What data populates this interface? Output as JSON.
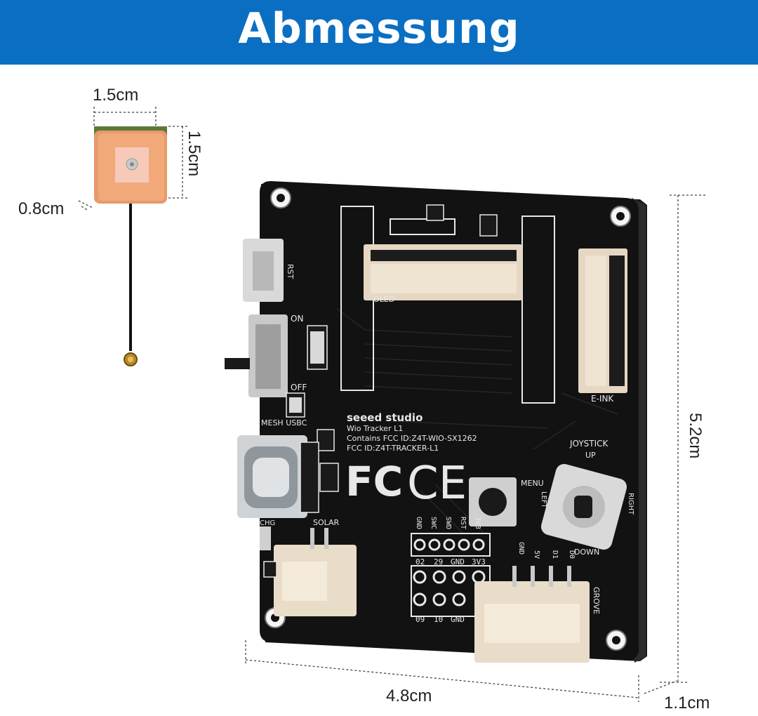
{
  "banner": {
    "title": "Abmessung",
    "color": "#0a6fc2"
  },
  "antenna": {
    "width_label": "1.5cm",
    "height_label": "1.5cm",
    "depth_label": "0.8cm"
  },
  "board": {
    "height_label": "5.2cm",
    "width_label": "4.8cm",
    "depth_label": "1.1cm",
    "brand": "seeed studio",
    "model": "Wio Tracker L1",
    "fcc_line1": "Contains FCC ID:Z4T-WIO-SX1262",
    "fcc_line2": "FCC ID:Z4T-TRACKER-L1",
    "labels": {
      "rst": "RST",
      "on": "ON",
      "off": "OFF",
      "oled": "OLED",
      "eink": "E-INK",
      "mesh_usbc": "MESH USBC",
      "joystick": "JOYSTICK",
      "up": "UP",
      "down": "DOWN",
      "left": "LEFT",
      "right": "RIGHT",
      "menu": "MENU",
      "solar": "SOLAR",
      "grove": "GROVE",
      "chg": "CHG"
    },
    "swd_pins": [
      "GND",
      "SWC",
      "SWD",
      "RST",
      "3V3"
    ],
    "header_row1": [
      "02",
      "29",
      "GND",
      "3V3"
    ],
    "header_row2": [
      "09",
      "10",
      "GND"
    ],
    "grove_pins": [
      "GND",
      "5V",
      "D1",
      "D0"
    ]
  }
}
